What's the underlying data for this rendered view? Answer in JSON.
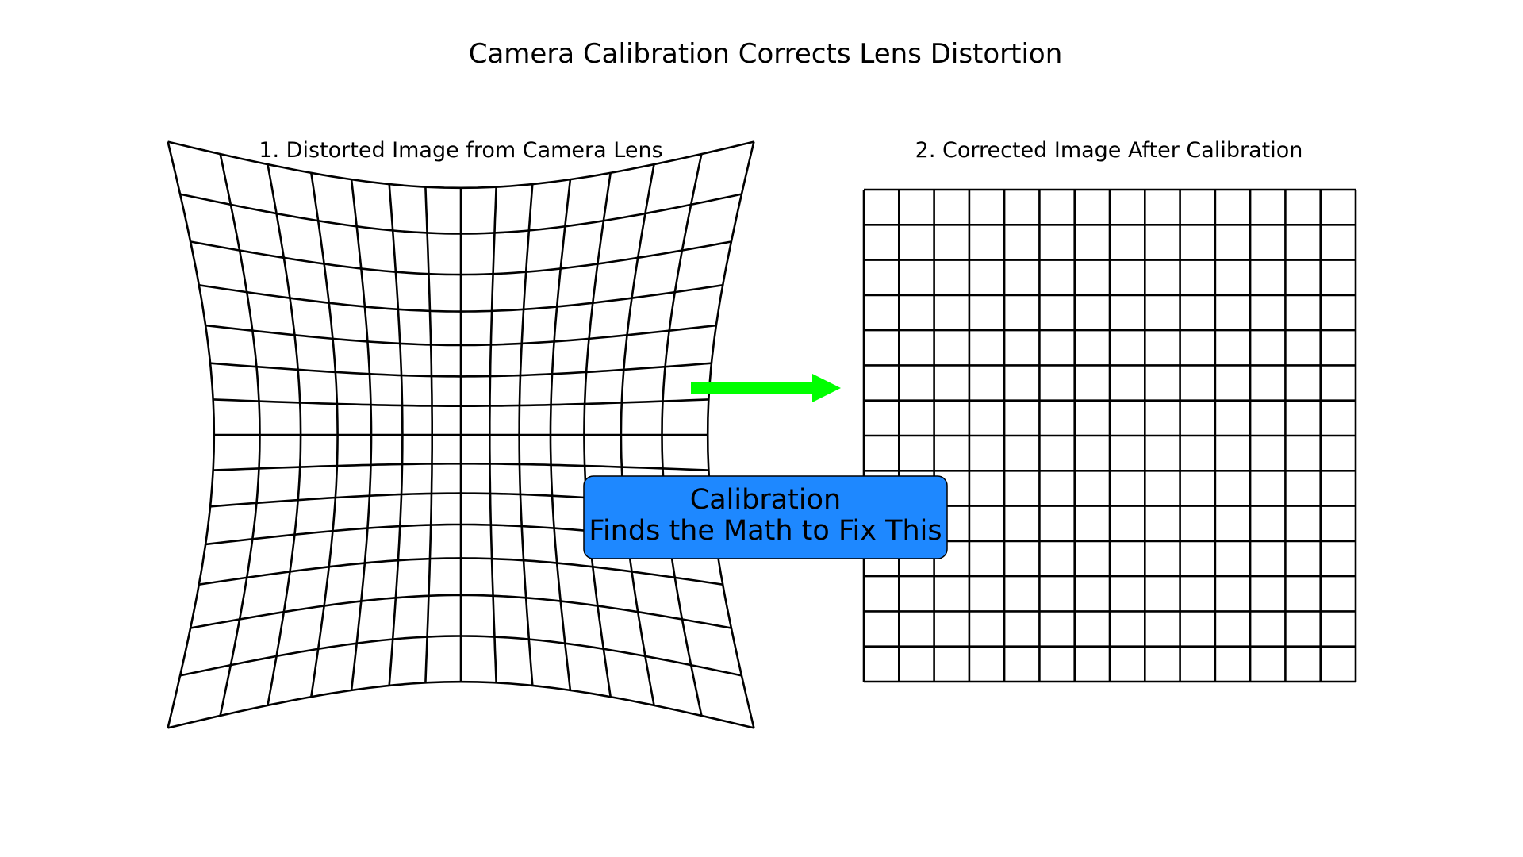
{
  "title": "Camera Calibration Corrects Lens Distortion",
  "panels": [
    {
      "id": "distorted",
      "label": "1. Distorted Image from Camera Lens",
      "distortion": "pincushion",
      "grid_cells": 14
    },
    {
      "id": "corrected",
      "label": "2. Corrected Image After Calibration",
      "distortion": "none",
      "grid_cells": 14
    }
  ],
  "arrow": {
    "icon": "right-arrow-icon",
    "color": "#00ff00",
    "direction": "right"
  },
  "callout": {
    "lines": [
      "Calibration",
      "Finds the Math to Fix This"
    ],
    "fill": "#1e88ff",
    "border": "#000000"
  },
  "colors": {
    "background": "#ffffff",
    "grid": "#000000",
    "text": "#000000"
  }
}
